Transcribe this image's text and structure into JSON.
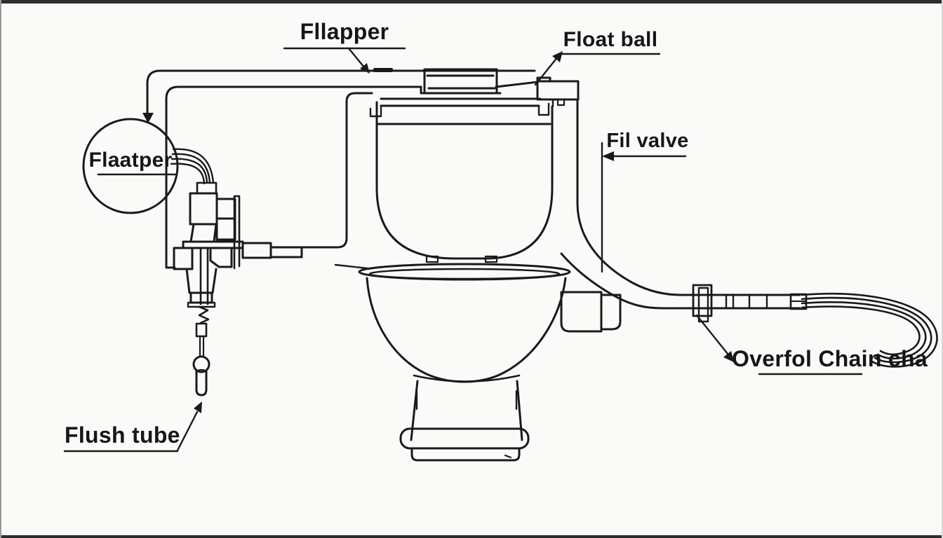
{
  "labels": {
    "flapper_top": "Fllapper",
    "float_ball": "Float ball",
    "flapper_balloon": "Flaatper",
    "fill_valve": "Fil valve",
    "overflow_chain": "Overfol Chain cha",
    "flush_tube": "Flush tube"
  },
  "colors": {
    "background": "#fafaf8",
    "ink": "#1a1a1a",
    "edge_bar": "#2e2e2e"
  }
}
